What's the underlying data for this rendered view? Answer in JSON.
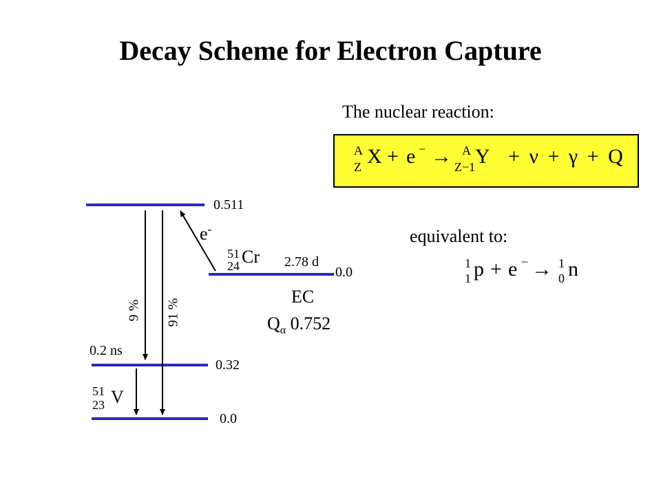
{
  "title": "Decay Scheme for Electron Capture",
  "reaction_label": "The nuclear reaction:",
  "equivalent_label": "equivalent to:",
  "levels": {
    "top_energy": "0.511",
    "cr_energy": "0.0",
    "mid_energy": "0.32",
    "bottom_energy": "0.0"
  },
  "labels": {
    "electron": "e",
    "electron_sup": "-",
    "half_life_cr": "2.78 d",
    "half_life_mid": "0.2 ns",
    "branch_9": "9 %",
    "branch_91": "91 %",
    "ec": "EC",
    "q_prefix": "Q",
    "q_sub": "α",
    "q_value": "0.752"
  },
  "nuclides": {
    "cr": {
      "mass": "51",
      "z": "24",
      "symbol": "Cr"
    },
    "v": {
      "mass": "51",
      "z": "23",
      "symbol": "V"
    }
  },
  "equation1": {
    "x_mass": "A",
    "x_z": "Z",
    "x_symbol": "X",
    "plus1": "+",
    "electron": "e",
    "electron_sup": "−",
    "arrow": "→",
    "y_mass": "A",
    "y_z": "Z−1",
    "y_symbol": "Y",
    "rest": "+ ν + γ + Q"
  },
  "equation2": {
    "p_mass": "1",
    "p_z": "1",
    "p_symbol": "p",
    "plus": "+",
    "electron": "e",
    "electron_sup": "−",
    "arrow": "→",
    "n_mass": "1",
    "n_z": "0",
    "n_symbol": "n"
  },
  "colors": {
    "level_line": "#2b2bb8",
    "box_fill": "#ffff33"
  }
}
